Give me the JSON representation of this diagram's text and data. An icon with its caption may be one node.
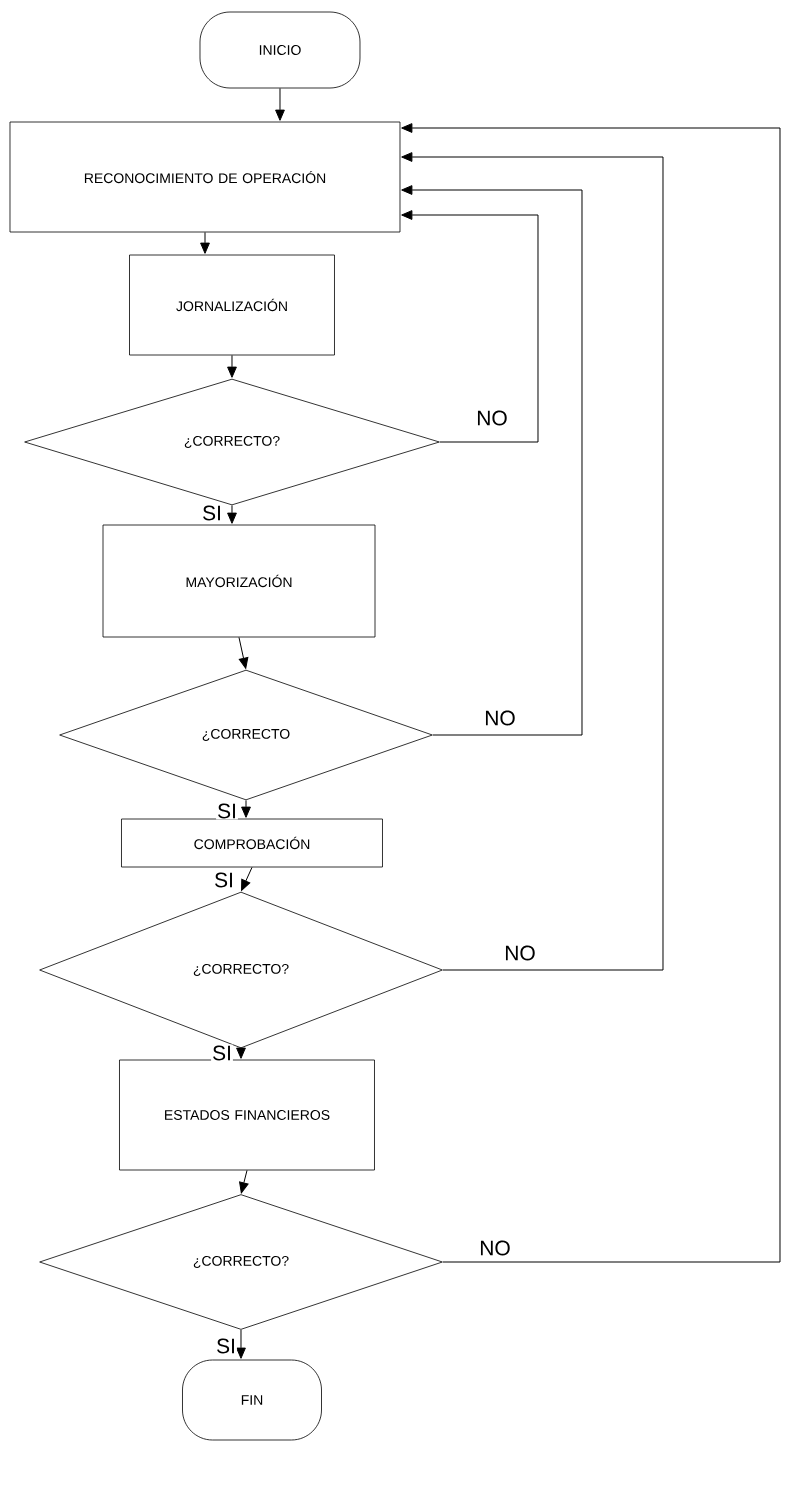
{
  "diagram": {
    "nodes": [
      {
        "text": [
          "INICIO"
        ]
      },
      {
        "text": [
          "RECONOCIMIENTO DE OPERACIÓN"
        ]
      },
      {
        "text": [
          "JORNALIZACIÓN"
        ]
      },
      {
        "text": [
          "¿CORRECTO?"
        ]
      },
      {
        "text": [
          "MAYORIZACIÓN"
        ]
      },
      {
        "text": [
          "¿CORRECTO"
        ]
      },
      {
        "text": [
          "COMPROBACIÓN"
        ]
      },
      {
        "text": [
          "¿CORRECTO?"
        ]
      },
      {
        "text": [
          "ESTADOS FINANCIEROS"
        ]
      },
      {
        "text": [
          "¿CORRECTO?"
        ]
      },
      {
        "text": [
          "FIN"
        ]
      }
    ],
    "edges": [
      {
        "from": 0,
        "to": 1,
        "arrow": "to"
      },
      {
        "from": 1,
        "to": 2,
        "arrow": "to"
      },
      {
        "from": 2,
        "to": 3,
        "arrow": "to"
      },
      {
        "from": 3,
        "to": 4,
        "arrow": "to",
        "label": "SI"
      },
      {
        "from": 3,
        "to": 1,
        "arrow": "to",
        "label": "NO"
      },
      {
        "from": 4,
        "to": 5,
        "arrow": "to"
      },
      {
        "from": 5,
        "to": 6,
        "arrow": "to",
        "label": "SI"
      },
      {
        "from": 5,
        "to": 1,
        "arrow": "to",
        "label": "NO"
      },
      {
        "from": 6,
        "to": 7,
        "arrow": "to",
        "label": "SI"
      },
      {
        "from": 7,
        "to": 1,
        "arrow": "to",
        "label": "NO"
      },
      {
        "from": 7,
        "to": 8,
        "arrow": "to",
        "label": "SI"
      },
      {
        "from": 8,
        "to": 9,
        "arrow": "to"
      },
      {
        "from": 9,
        "to": 10,
        "arrow": "to",
        "label": "SI"
      },
      {
        "from": 9,
        "to": 1,
        "arrow": "to",
        "label": "NO"
      }
    ]
  }
}
